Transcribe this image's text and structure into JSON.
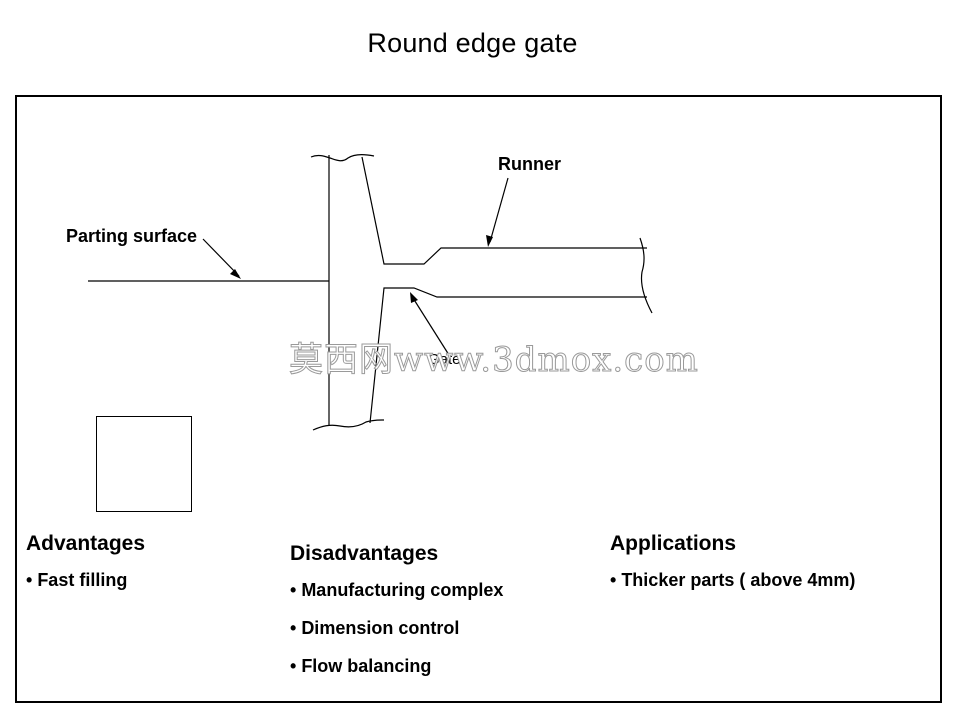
{
  "title": "Round edge gate",
  "diagram": {
    "labels": {
      "parting_surface": "Parting surface",
      "runner": "Runner",
      "gate": "Gate"
    },
    "watermark": "莫西网www.3dmox.com"
  },
  "columns": [
    {
      "heading": "Advantages",
      "items": [
        "Fast filling"
      ]
    },
    {
      "heading": "Disadvantages",
      "items": [
        "Manufacturing complex",
        "Dimension control",
        "Flow balancing"
      ]
    },
    {
      "heading": "Applications",
      "items": [
        "Thicker parts ( above 4mm)"
      ]
    }
  ],
  "colors": {
    "line": "#000000",
    "background": "#ffffff",
    "watermark_outline": "#9a9a9a"
  }
}
